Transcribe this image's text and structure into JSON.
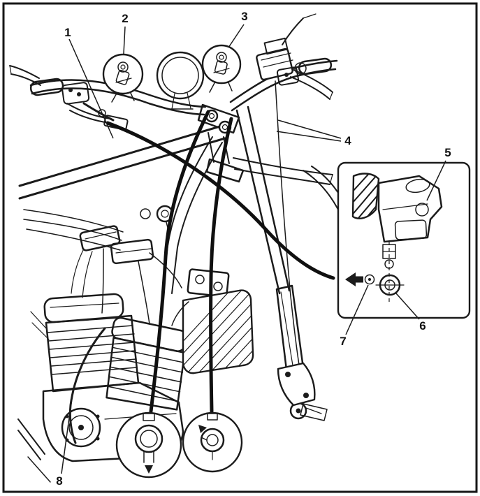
{
  "figure": {
    "callouts": [
      "1",
      "2",
      "3",
      "4",
      "5",
      "6",
      "7",
      "8"
    ]
  },
  "colors": {
    "ink": "#1b1b1b",
    "paper": "#ffffff"
  }
}
